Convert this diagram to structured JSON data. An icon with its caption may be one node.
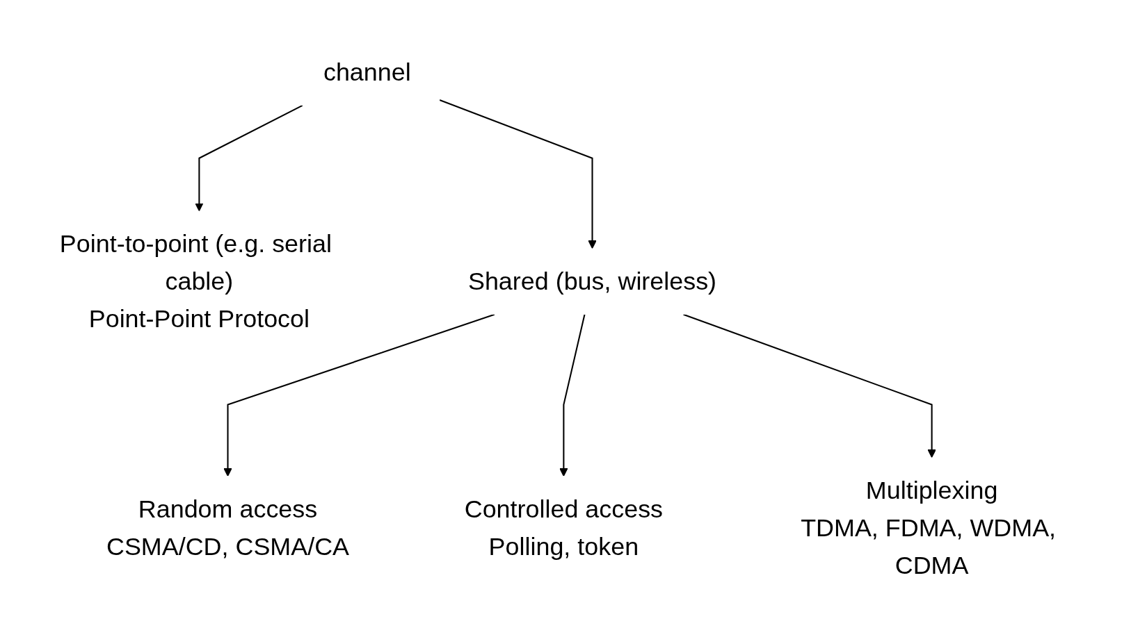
{
  "diagram": {
    "nodes": [
      {
        "text": [
          "channel"
        ]
      },
      {
        "text": [
          "Point-to-point (e.g. serial cable)",
          "Point-Point Protocol"
        ]
      },
      {
        "text": [
          "Shared (bus, wireless)"
        ]
      },
      {
        "text": [
          "Random access",
          "CSMA/CD, CSMA/CA"
        ]
      },
      {
        "text": [
          "Controlled access",
          "Polling, token"
        ]
      },
      {
        "text": [
          "Multiplexing",
          "TDMA, FDMA, WDMA, CDMA"
        ]
      }
    ],
    "edges": [
      {
        "from": 0,
        "to": 1,
        "arrow": "to"
      },
      {
        "from": 0,
        "to": 2,
        "arrow": "to"
      },
      {
        "from": 2,
        "to": 3,
        "arrow": "to"
      },
      {
        "from": 2,
        "to": 4,
        "arrow": "to"
      },
      {
        "from": 2,
        "to": 5,
        "arrow": "to"
      }
    ]
  }
}
